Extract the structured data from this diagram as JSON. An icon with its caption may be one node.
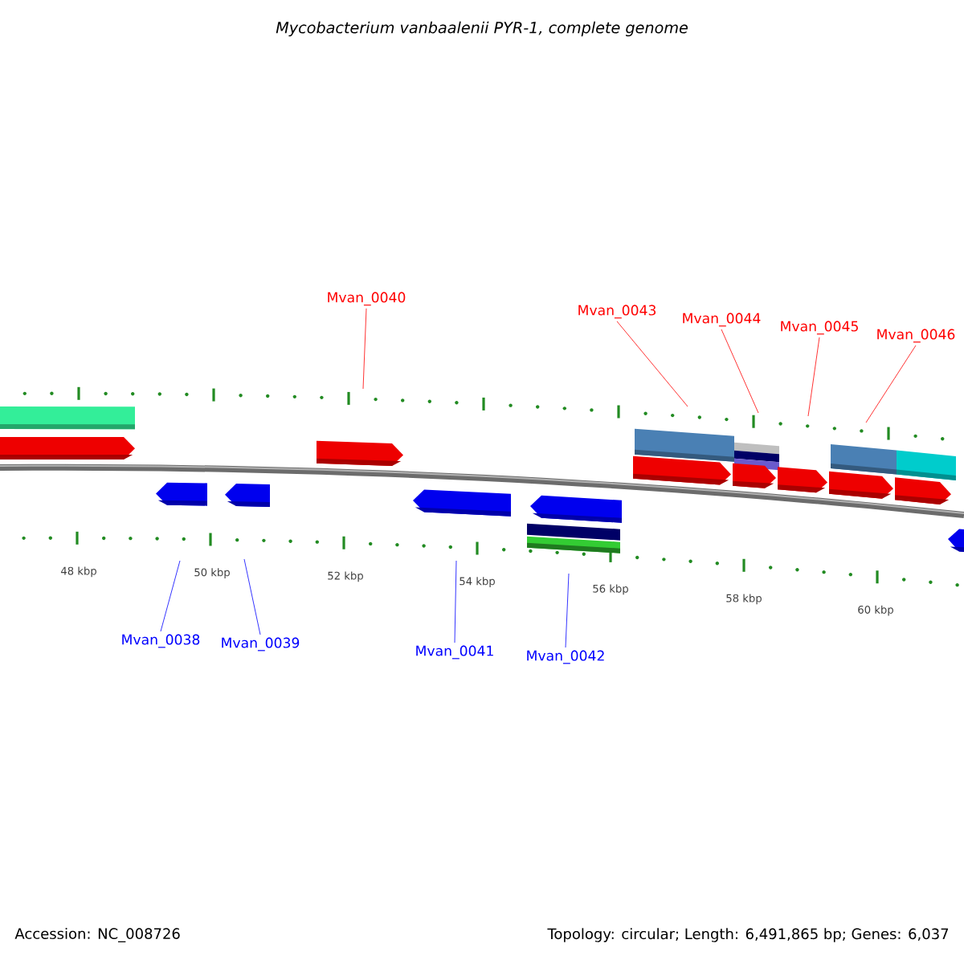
{
  "diagram": {
    "title": "Mycobacterium vanbaalenii PYR-1, complete genome",
    "nodes": [
      {
        "text": [
          "Mvan_0040"
        ]
      },
      {
        "text": [
          "Mvan_0043"
        ]
      },
      {
        "text": [
          "Mvan_0044"
        ]
      },
      {
        "text": [
          "Mvan_0045"
        ]
      },
      {
        "text": [
          "Mvan_0046"
        ]
      },
      {
        "text": [
          "Mvan_0038"
        ]
      },
      {
        "text": [
          "Mvan_0039"
        ]
      },
      {
        "text": [
          "Mvan_0041"
        ]
      },
      {
        "text": [
          "Mvan_0042"
        ]
      }
    ],
    "edges": [
      {
        "from": 0,
        "to": null,
        "arrow": "none"
      },
      {
        "from": 1,
        "to": null,
        "arrow": "none"
      },
      {
        "from": 2,
        "to": null,
        "arrow": "none"
      },
      {
        "from": 3,
        "to": null,
        "arrow": "none"
      },
      {
        "from": 4,
        "to": null,
        "arrow": "none"
      },
      {
        "from": 5,
        "to": null,
        "arrow": "none",
        "color": "#0000ff"
      },
      {
        "from": 6,
        "to": null,
        "arrow": "none",
        "color": "#0000ff"
      },
      {
        "from": 7,
        "to": null,
        "arrow": "none",
        "color": "#0000ff"
      },
      {
        "from": 8,
        "to": null,
        "arrow": "none",
        "color": "#0000ff"
      }
    ],
    "labels": [
      "48 kbp",
      "50 kbp",
      "52 kbp",
      "54 kbp",
      "56 kbp",
      "58 kbp",
      "60 kbp",
      "Accession: NC_008726",
      "Topology: circular; Length: 6,491,865 bp; Genes: 6,037"
    ]
  }
}
